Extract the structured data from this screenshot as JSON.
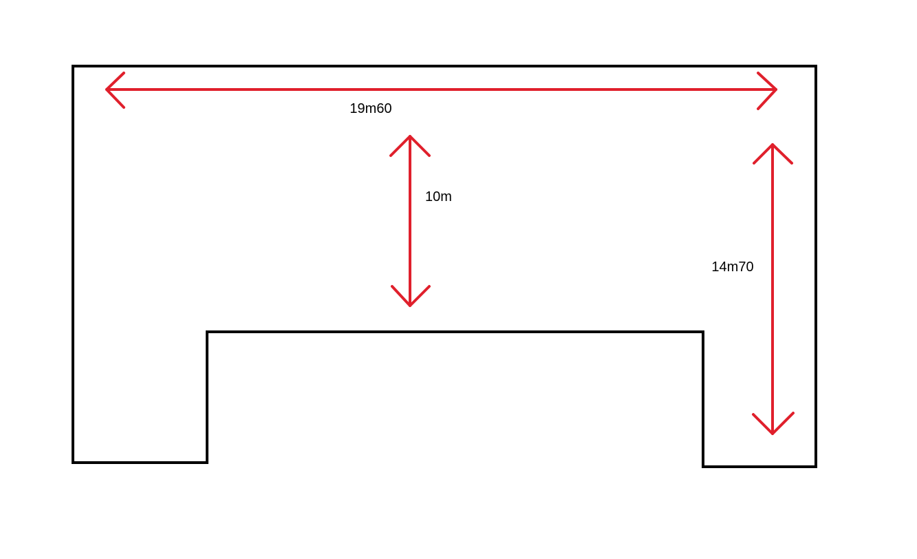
{
  "diagram": {
    "colors": {
      "outline": "#000000",
      "arrow": "#e0202c",
      "label": "#000000",
      "background": "#ffffff"
    },
    "dimensions": [
      {
        "id": "width",
        "label": "19m60",
        "value_m": 19.6,
        "orientation": "horizontal"
      },
      {
        "id": "inner-height",
        "label": "10m",
        "value_m": 10.0,
        "orientation": "vertical"
      },
      {
        "id": "right-height",
        "label": "14m70",
        "value_m": 14.7,
        "orientation": "vertical"
      }
    ]
  }
}
